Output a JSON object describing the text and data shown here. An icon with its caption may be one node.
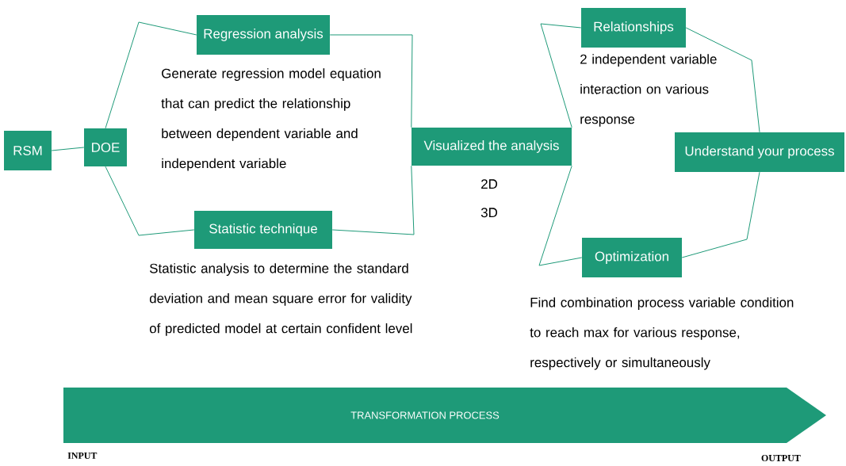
{
  "diagram": {
    "nodes": [
      {
        "text": [
          "RSM"
        ]
      },
      {
        "text": [
          "DOE"
        ]
      },
      {
        "text": [
          "Regression analysis"
        ],
        "beside": [
          "Generate regression model equation that can predict the relationship between dependent variable and independent variable"
        ]
      },
      {
        "text": [
          "Statistic technique"
        ],
        "beside": [
          "Statistic analysis to determine the standard deviation and mean square error for validity of predicted model at certain confident level"
        ]
      },
      {
        "text": [
          "Visualized the analysis"
        ],
        "beside": [
          "2D",
          "3D"
        ]
      },
      {
        "text": [
          "Relationships"
        ],
        "beside": [
          "2 independent variable interaction on various response"
        ]
      },
      {
        "text": [
          "Understand your process"
        ]
      },
      {
        "text": [
          "Optimization"
        ],
        "beside": [
          "Find combination process variable condition to reach max for various response, respectively or simultaneously"
        ]
      },
      {
        "text": [
          "TRANSFORMATION PROCESS"
        ]
      }
    ],
    "edges": [
      {
        "from": 0,
        "to": 1,
        "arrow": "none"
      },
      {
        "from": 1,
        "to": 2,
        "arrow": "none"
      },
      {
        "from": 2,
        "to": 4,
        "arrow": "none"
      },
      {
        "from": 1,
        "to": 3,
        "arrow": "none"
      },
      {
        "from": 3,
        "to": 4,
        "arrow": "none"
      },
      {
        "from": 4,
        "to": 5,
        "arrow": "none"
      },
      {
        "from": 5,
        "to": 6,
        "arrow": "none"
      },
      {
        "from": 6,
        "to": 7,
        "arrow": "none"
      },
      {
        "from": 4,
        "to": 7,
        "arrow": "none"
      }
    ],
    "labels": [
      "INPUT",
      "OUTPUT"
    ]
  }
}
